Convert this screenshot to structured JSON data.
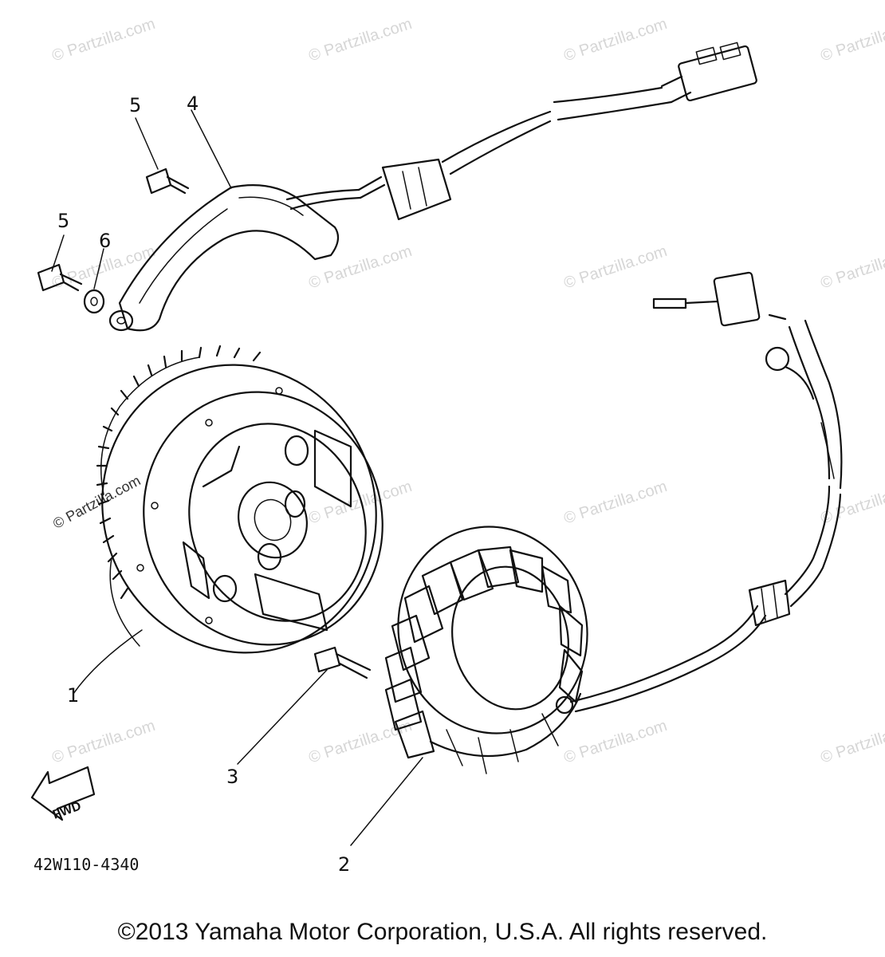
{
  "watermark_text": "© Partzilla.com",
  "callouts": {
    "flywheel": "1",
    "stator": "2",
    "stator_bolt": "3",
    "pickup_coil": "4",
    "screw_upper": "5",
    "screw_lower": "5",
    "washer": "6"
  },
  "arrow_label": "FWD",
  "drawing_number": "42W110-4340",
  "copyright": "©2013 Yamaha Motor Corporation, U.S.A. All rights reserved."
}
